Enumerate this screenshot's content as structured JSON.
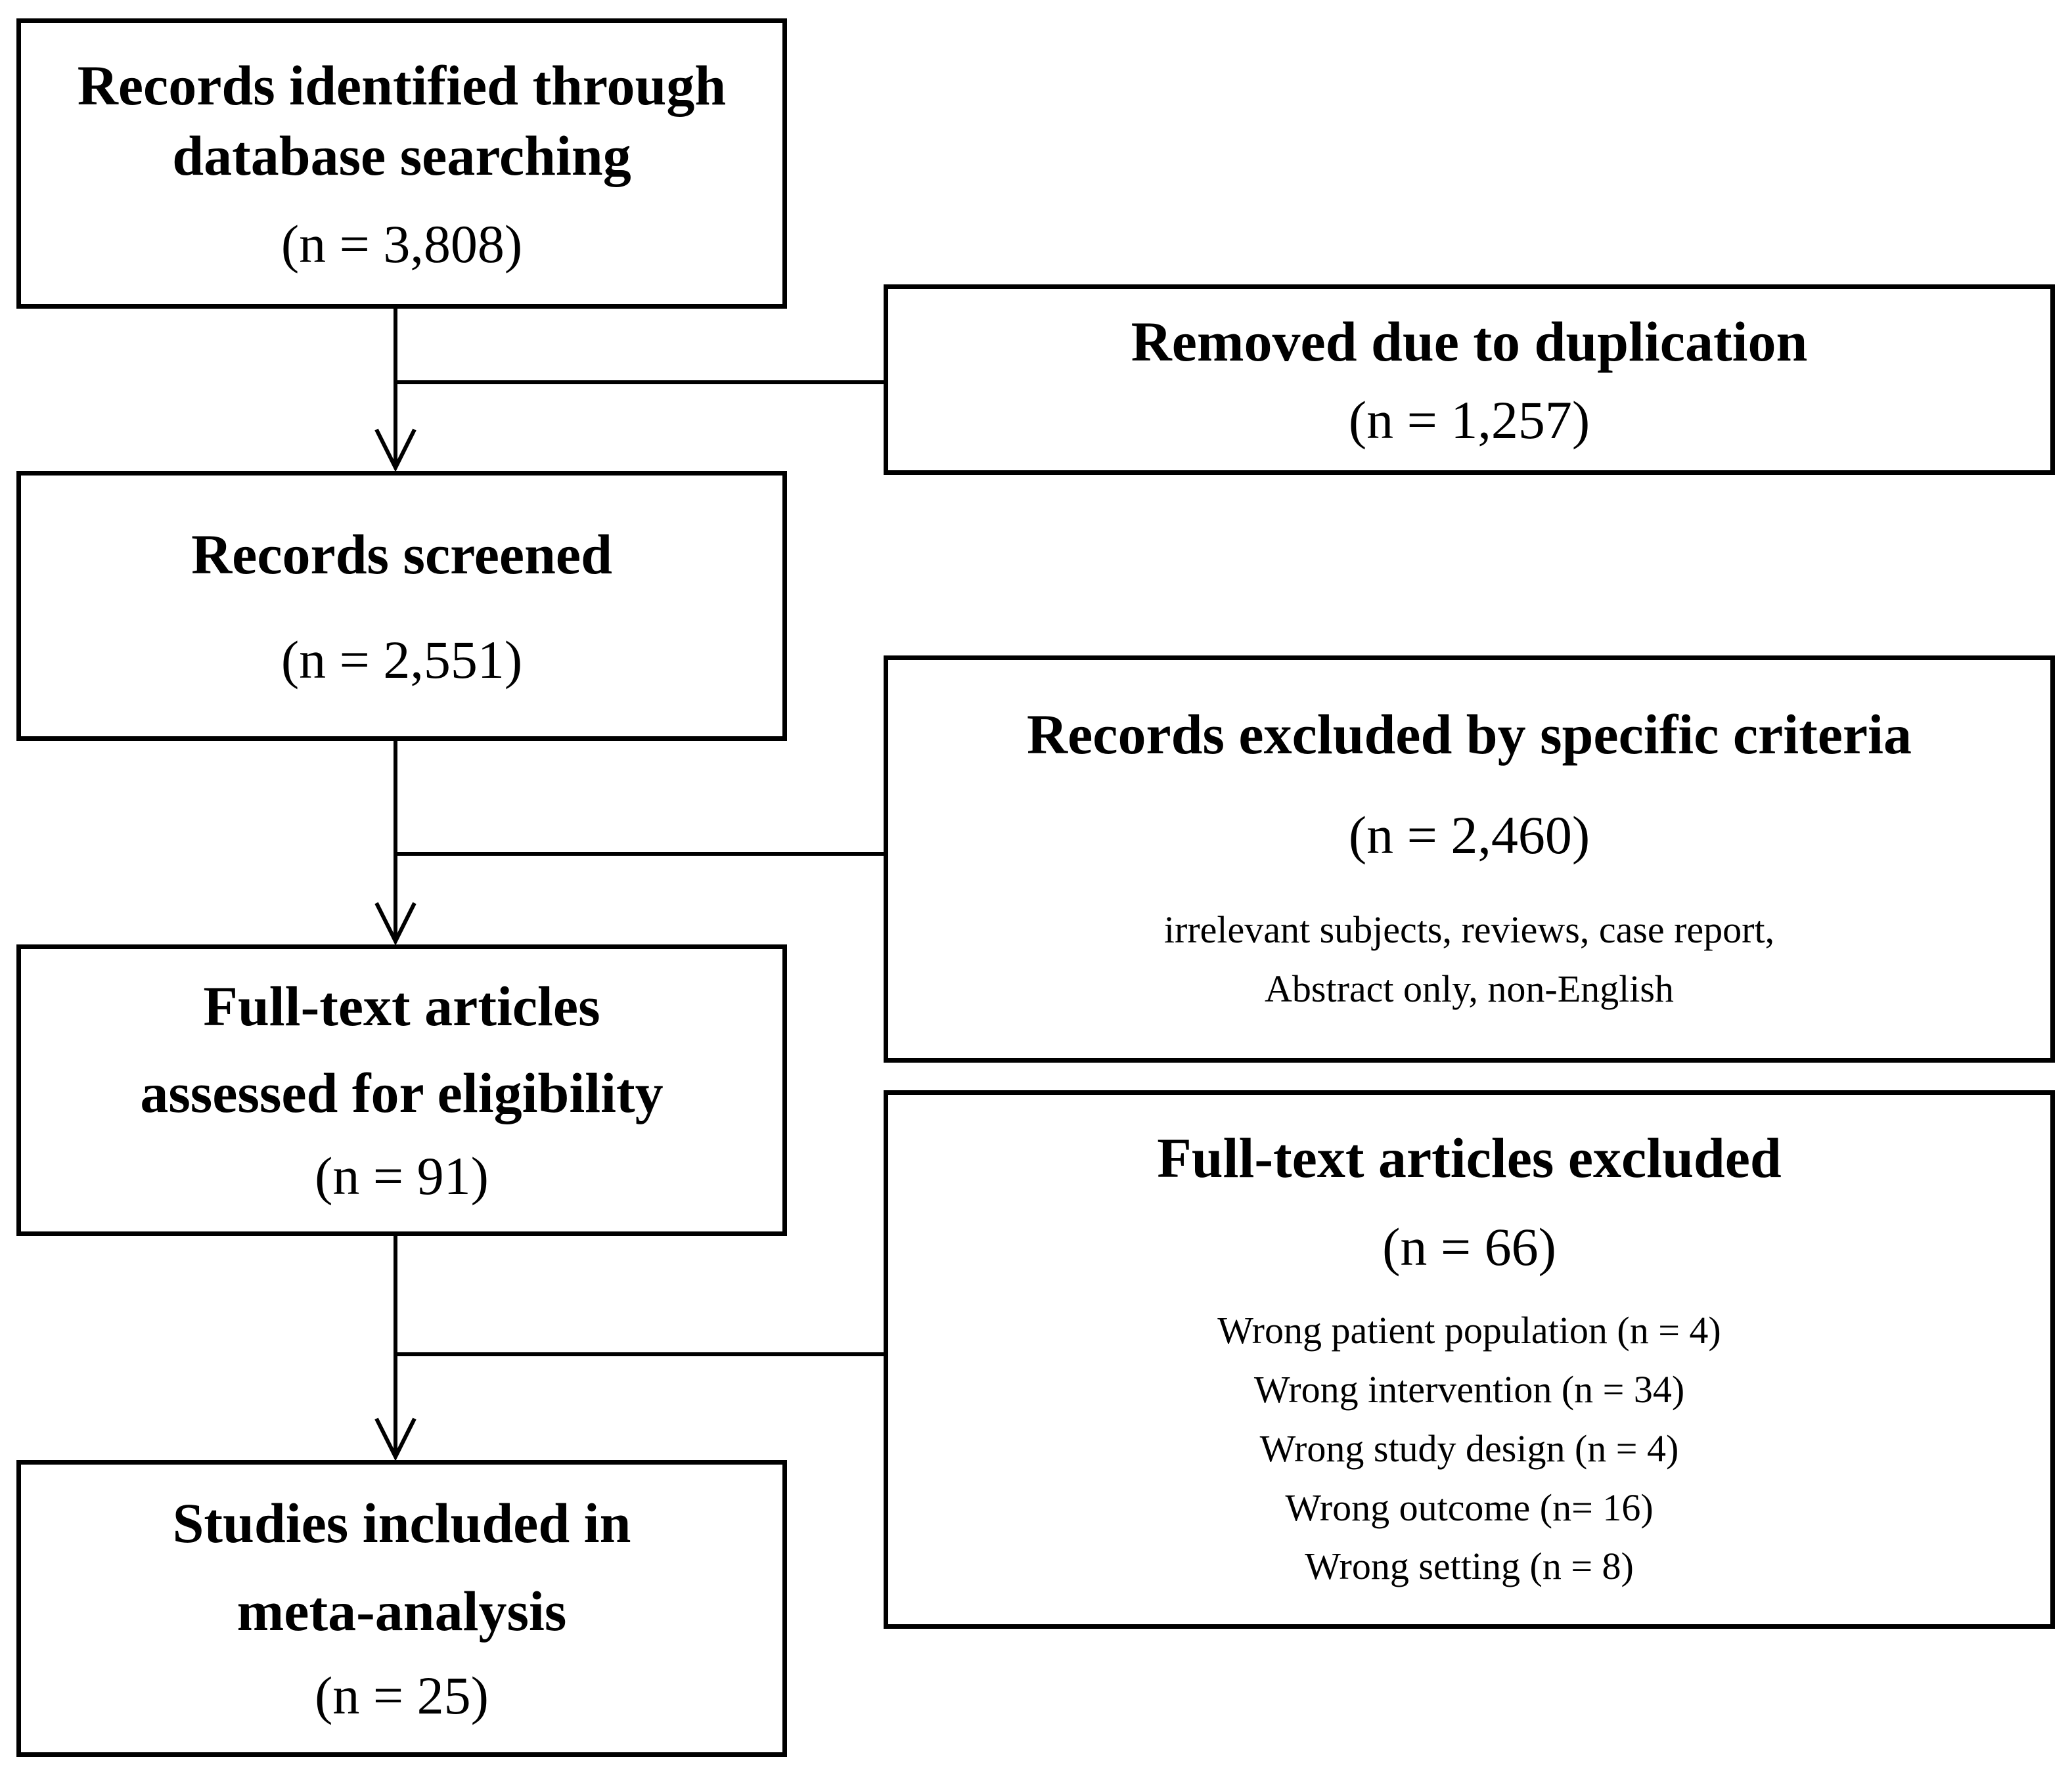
{
  "diagram": {
    "left_column": [
      {
        "id": "identification",
        "heading_lines": [
          "Records identified through",
          "database searching"
        ],
        "count": "(n = 3,808)"
      },
      {
        "id": "screening",
        "heading_lines": [
          "Records screened"
        ],
        "count": "(n = 2,551)"
      },
      {
        "id": "eligibility",
        "heading_lines": [
          "Full-text articles",
          "assessed for eligibility"
        ],
        "count": "(n = 91)"
      },
      {
        "id": "included",
        "heading_lines": [
          "Studies included in",
          "meta-analysis"
        ],
        "count": "(n = 25)"
      }
    ],
    "right_column": [
      {
        "id": "duplicates-removed",
        "heading": "Removed due to duplication",
        "count": "(n = 1,257)",
        "details": []
      },
      {
        "id": "records-excluded",
        "heading": "Records excluded by specific criteria",
        "count": "(n = 2,460)",
        "details": [
          "irrelevant subjects, reviews, case report,",
          "Abstract only, non-English"
        ]
      },
      {
        "id": "fulltext-excluded",
        "heading": "Full-text articles excluded",
        "count": "(n = 66)",
        "details": [
          "Wrong patient population (n = 4)",
          "Wrong intervention (n = 34)",
          "Wrong study design (n = 4)",
          "Wrong outcome (n= 16)",
          "Wrong setting (n = 8)"
        ]
      }
    ],
    "colors": {
      "line": "#000000",
      "box_border": "#000000",
      "background": "#ffffff",
      "text": "#000000"
    }
  }
}
